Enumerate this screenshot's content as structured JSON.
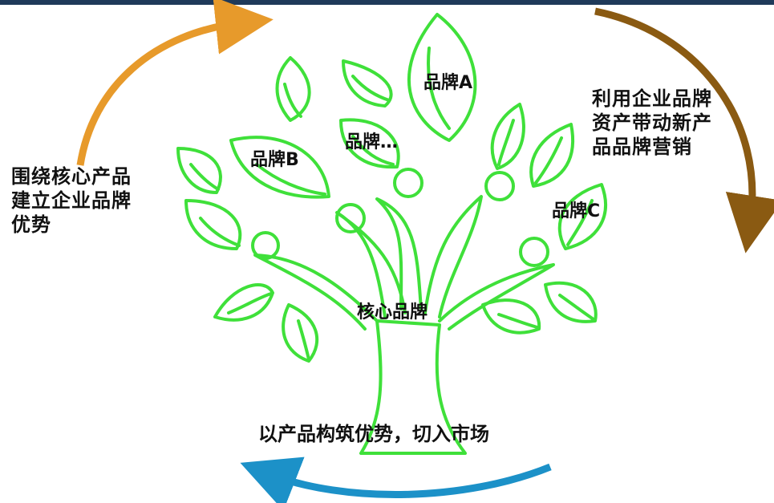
{
  "colors": {
    "tree_stroke": "#3fe03a",
    "arrow_top_left": "#e79a2b",
    "arrow_right": "#8a5a12",
    "arrow_bottom": "#1c91c8",
    "top_bar": "#1f3a5a"
  },
  "labels": {
    "brand_a": "品牌A",
    "brand_b": "品牌B",
    "brand_c": "品牌C",
    "brand_more": "品牌…",
    "core_brand": "核心品牌"
  },
  "side_text": {
    "left": "围绕核心产品\n建立企业品牌\n优势",
    "right": "利用企业品牌\n资产带动新产\n品品牌营销",
    "bottom": "以产品构筑优势，切入市场"
  },
  "icons": {
    "arrow_top_left": "curved-arrow-icon",
    "arrow_right": "curved-arrow-icon",
    "arrow_bottom": "curved-arrow-icon"
  }
}
